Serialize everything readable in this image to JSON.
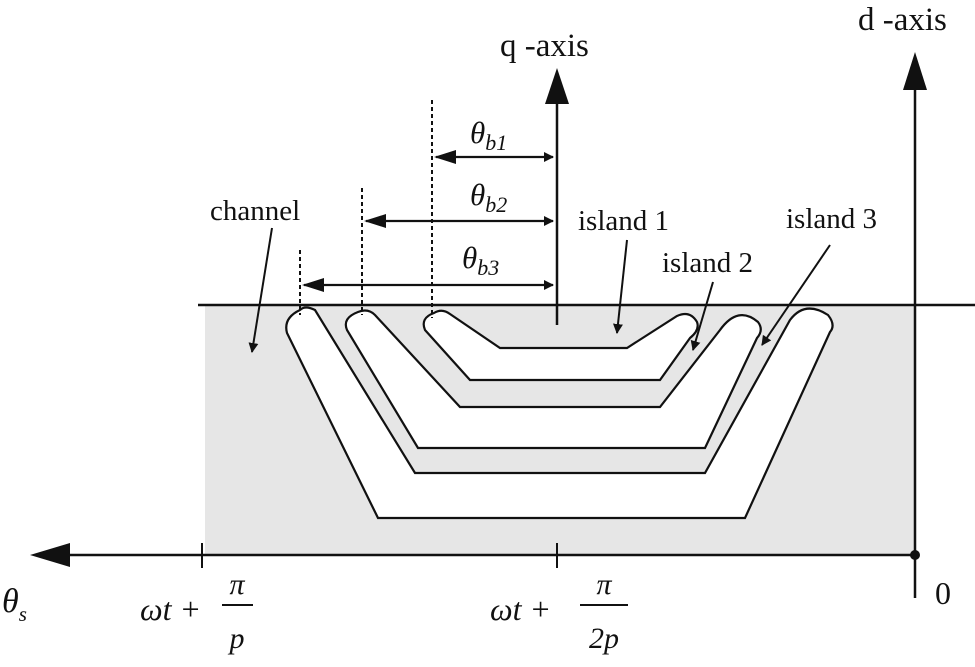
{
  "axes": {
    "q_axis": "q -axis",
    "d_axis": "d -axis",
    "theta_s": "θ",
    "theta_s_sub": "s",
    "zero": "0"
  },
  "ticks": {
    "left": {
      "prefix": "ωt +",
      "num": "π",
      "den": "p"
    },
    "mid": {
      "prefix": "ωt +",
      "num": "π",
      "den": "2p"
    }
  },
  "angles": [
    {
      "sym": "θ",
      "sub": "b1"
    },
    {
      "sym": "θ",
      "sub": "b2"
    },
    {
      "sym": "θ",
      "sub": "b3"
    }
  ],
  "labels": {
    "channel": "channel",
    "island1": "island 1",
    "island2": "island 2",
    "island3": "island 3"
  },
  "colors": {
    "rotor_fill": "#e6e6e6",
    "line": "#111111"
  }
}
